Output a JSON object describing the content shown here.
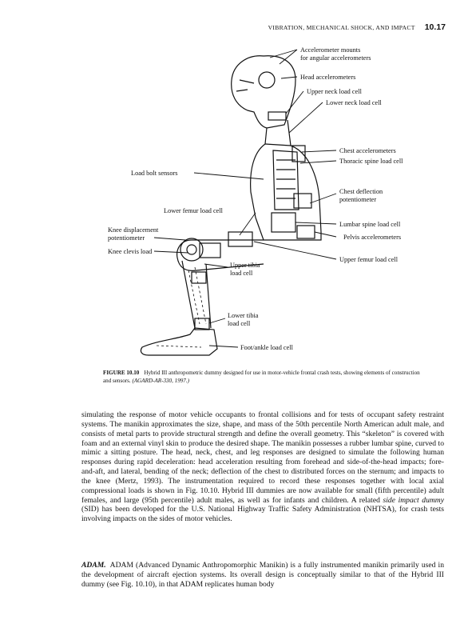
{
  "header": {
    "running_title": "VIBRATION, MECHANICAL SHOCK, AND IMPACT",
    "page_number": "10.17"
  },
  "figure": {
    "labels": {
      "accel_mounts_1": "Accelerometer mounts",
      "accel_mounts_2": "for angular accelerometers",
      "head_accel": "Head accelerometers",
      "upper_neck": "Upper neck load cell",
      "lower_neck": "Lower neck load cell",
      "chest_accel": "Chest accelerometers",
      "thoracic": "Thoracic spine load cell",
      "load_bolt": "Load bolt sensors",
      "chest_defl_1": "Chest deflection",
      "chest_defl_2": "potentiometer",
      "lower_femur": "Lower femur load cell",
      "lumbar": "Lumbar spine load cell",
      "knee_disp_1": "Knee displacement",
      "knee_disp_2": "potentiometer",
      "pelvis": "Pelvis accelerometers",
      "knee_clevis": "Knee clevis load",
      "upper_femur": "Upper femur load cell",
      "upper_tibia_1": "Upper tibia",
      "upper_tibia_2": "load cell",
      "lower_tibia_1": "Lower tibia",
      "lower_tibia_2": "load cell",
      "foot_ankle": "Foot/ankle load cell"
    },
    "caption": {
      "label": "FIGURE 10.10",
      "text": "Hybrid III anthropometric dummy designed for use in motor-vehicle frontal crash tests, showing elements of construction and sensors.",
      "source": "(AGARD-AR-330, 1997.)"
    }
  },
  "body": {
    "p1_a": "simulating the response of motor vehicle occupants to frontal collisions and for tests of occupant safety restraint systems. The manikin approximates the size, shape, and mass of the 50th percentile North American adult male, and consists of metal parts to provide structural strength and define the overall geometry. This “skeleton” is covered with foam and an external vinyl skin to produce the desired shape. The manikin possesses a rubber lumbar spine, curved to mimic a sitting posture. The head, neck, chest, and leg responses are designed to simulate the following human responses during rapid deceleration: head acceleration resulting from forehead and side-of-the-head impacts; fore-and-aft, and lateral, bending of the neck; deflection of the chest to distributed forces on the sternum; and impacts to the knee (Mertz, 1993). The instrumentation required to record these responses together with local axial compressional loads is shown in Fig. 10.10. Hybrid III dummies are now available for small (fifth percentile) adult females, and large (95th percentile) adult males, as well as for infants and children. A related ",
    "p1_em": "side impact dummy",
    "p1_b": " (SID) has been developed for the U.S. National Highway Traffic Safety Administration (NHTSA), for crash tests involving impacts on the sides of motor vehicles.",
    "p2_head": "ADAM.",
    "p2_text": "ADAM (Advanced Dynamic Anthropomorphic Manikin) is a fully instrumented manikin primarily used in the development of aircraft ejection systems. Its overall design is conceptually similar to that of the Hybrid III dummy (see Fig. 10.10), in that ADAM replicates human body"
  }
}
